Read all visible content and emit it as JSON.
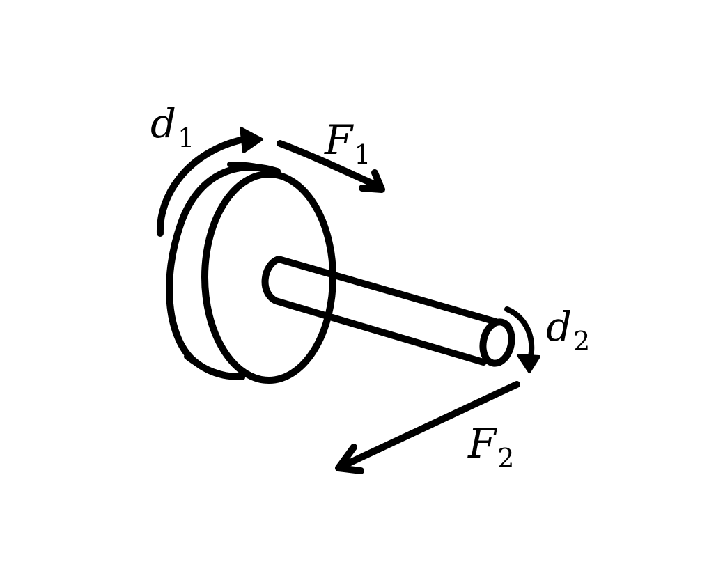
{
  "labels": {
    "d1": {
      "symbol": "d",
      "subscript": "1"
    },
    "f1": {
      "symbol": "F",
      "subscript": "1"
    },
    "d2": {
      "symbol": "d",
      "subscript": "2"
    },
    "f2": {
      "symbol": "F",
      "subscript": "2"
    }
  },
  "colors": {
    "ink": "#000000",
    "background": "#ffffff"
  }
}
